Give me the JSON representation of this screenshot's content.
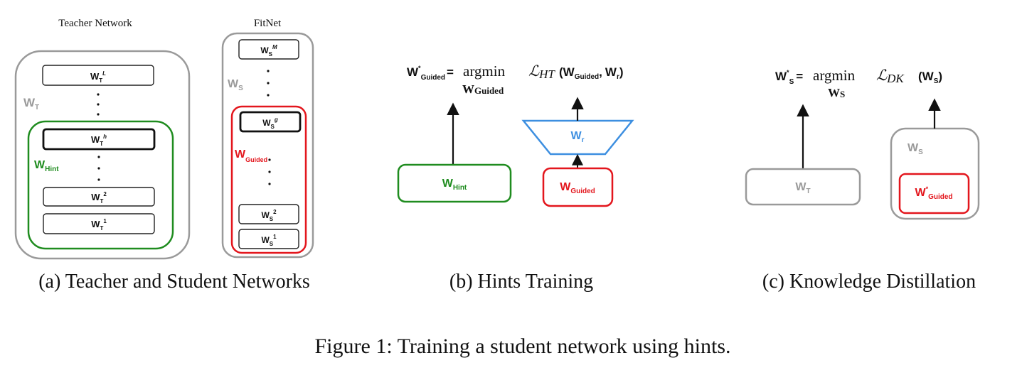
{
  "colors": {
    "gray": "#9a9a9a",
    "green": "#1f8c1f",
    "red": "#e3161d",
    "blue": "#3d8fe0",
    "black": "#111111"
  },
  "panel_a": {
    "teacher_title": "Teacher Network",
    "fitnet_title": "FitNet",
    "teacher_label": {
      "main": "W",
      "sub": "T"
    },
    "hint_label": {
      "main": "W",
      "sub": "Hint"
    },
    "fitnet_label": {
      "main": "W",
      "sub": "S"
    },
    "guided_label": {
      "main": "W",
      "sub": "Guided"
    },
    "teacher_layers": {
      "top": {
        "main": "W",
        "sub": "T",
        "sup": "L"
      },
      "hint": {
        "main": "W",
        "sub": "T",
        "sup": "h"
      },
      "second": {
        "main": "W",
        "sub": "T",
        "sup": "2"
      },
      "first": {
        "main": "W",
        "sub": "T",
        "sup": "1"
      }
    },
    "student_layers": {
      "top": {
        "main": "W",
        "sub": "S",
        "sup": "M"
      },
      "guided": {
        "main": "W",
        "sub": "S",
        "sup": "g"
      },
      "second": {
        "main": "W",
        "sub": "S",
        "sup": "2"
      },
      "first": {
        "main": "W",
        "sub": "S",
        "sup": "1"
      }
    },
    "caption": "(a) Teacher and Student Networks"
  },
  "panel_b": {
    "equation": {
      "lhs": "W",
      "lhs_sup": "*",
      "lhs_sub": "Guided",
      "eq": "=",
      "op": "argmin",
      "op_under": {
        "main": "W",
        "sub": "Guided"
      },
      "loss": "ℒ",
      "loss_sub": "HT",
      "arg1": {
        "main": "W",
        "sub": "Guided"
      },
      "comma": ",",
      "arg2": {
        "main": "W",
        "sub": "r"
      }
    },
    "hint_box": {
      "main": "W",
      "sub": "Hint"
    },
    "regressor": {
      "main": "W",
      "sub": "r"
    },
    "guided_box": {
      "main": "W",
      "sub": "Guided"
    },
    "caption": "(b) Hints Training"
  },
  "panel_c": {
    "equation": {
      "lhs": "W",
      "lhs_sup": "*",
      "lhs_sub": "S",
      "eq": "=",
      "op": "argmin",
      "op_under": {
        "main": "W",
        "sub": "S"
      },
      "loss": "ℒ",
      "loss_sub": "DK",
      "arg1": {
        "main": "W",
        "sub": "S"
      }
    },
    "teacher_box": {
      "main": "W",
      "sub": "T"
    },
    "student_label": {
      "main": "W",
      "sub": "S"
    },
    "guided_box": {
      "main": "W",
      "sup": "*",
      "sub": "Guided"
    },
    "caption": "(c) Knowledge Distillation"
  },
  "figure_caption": "Figure 1: Training a student network using hints."
}
